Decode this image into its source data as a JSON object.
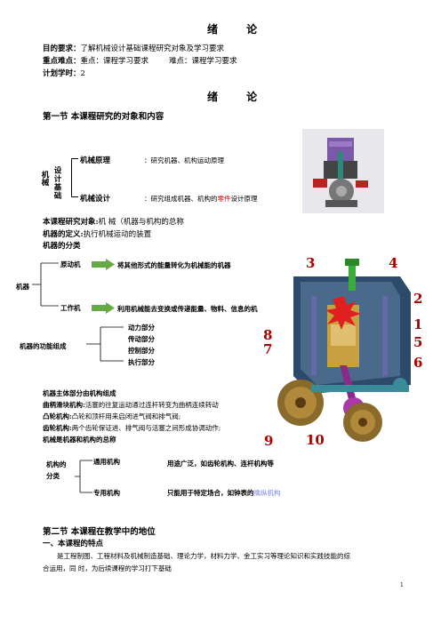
{
  "page": {
    "title": "绪  论",
    "goal": {
      "label": "目的要求：",
      "text": "了解机械设计基础课程研究对象及学习要求"
    },
    "key": {
      "label": "重点难点：",
      "key_text": "重点：课程学习要求",
      "hard_text": "难点：课程学习要求"
    },
    "hours": {
      "label": "计划学时：",
      "value": "2"
    },
    "subtitle": "绪  论",
    "section1": "第一节    本课程研究的对象和内容",
    "mech_tree": {
      "root": "机械",
      "branch": "设计基础",
      "item1_label": "机械原理",
      "item1_desc": "：研究机器、机构运动原理",
      "item2_label": "机械设计",
      "item2_desc_a": "：研究组成机器、机构的",
      "item2_desc_red": "零件",
      "item2_desc_b": "设计原理"
    },
    "object": {
      "label": "本课程研究对象:",
      "text": "机    械（机器与机构的总称"
    },
    "machine_def": {
      "label": "机器的定义:",
      "text": "执行机械运动的装置"
    },
    "machine_class_label": "机器的分类",
    "class_tree": {
      "root": "机器",
      "a_label": "原动机",
      "a_desc": "将其他形式的能量转化为机械能的机器",
      "b_label": "工作机",
      "b_desc": "利用机械能去变换或传递能量、物料、信息的机器"
    },
    "func_tree": {
      "root": "机器的功能组成",
      "items": [
        "动力部分",
        "传动部分",
        "控制部分",
        "执行部分"
      ]
    },
    "mechanisms": {
      "head": "机器主体部分由机构组成",
      "crank": {
        "label": "曲柄滑块机构:",
        "text": "活塞的往复运动通过连杆转变为曲柄连续转动"
      },
      "cam": {
        "label": "凸轮机构:",
        "text": "凸轮和顶杆用来启闭进气阀和排气阀;"
      },
      "gear": {
        "label": "齿轮机构:",
        "text": "两个齿轮保证进、排气阀与活塞之间形成协调动作;"
      },
      "summary": "机械是机器和机构的总称"
    },
    "mech_class": {
      "root": "机构的分类",
      "a_label": "通用机构",
      "a_desc": "用途广泛，如齿轮机构、连杆机构等",
      "b_label": "专用机构",
      "b_desc": "只能用于特定场合，如钟表的",
      "b_link": "擒纵机构"
    },
    "engine_labels": [
      "3",
      "4",
      "2",
      "1",
      "5",
      "6",
      "8",
      "7",
      "9",
      "10"
    ],
    "section2": "第二节  本课程在教学中的地位",
    "sub1": "一、本课程的特点",
    "para1_line1": "是工程制图、工程材料及机械制造基础、理论力学，材料力学、金工实习等理论知识和实践技能的综",
    "para1_line2": "合运用，同  时，为后续课程的学习打下基础",
    "page_number": "1"
  },
  "colors": {
    "red": "#cc0000",
    "arrow": "#66aa44",
    "link": "#7a86d8",
    "engine_label": "#aa0000"
  }
}
